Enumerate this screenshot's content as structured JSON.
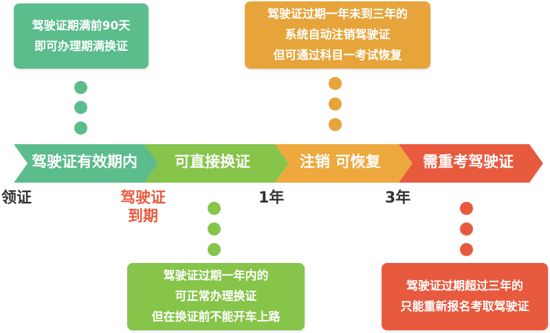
{
  "callouts": {
    "top_left": {
      "lines": [
        "驾驶证期满前90天",
        "即可办理期满换证"
      ],
      "color": "#5bbc8c"
    },
    "top_right": {
      "lines": [
        "驾驶证过期一年未到三年的",
        "系统自动注销驾驶证",
        "但可通过科目一考试恢复"
      ],
      "color": "#e6a43a"
    },
    "bottom_middle": {
      "lines": [
        "驾驶证过期一年内的",
        "可正常办理换证",
        "但在换证前不能开车上路"
      ],
      "color": "#86c44a"
    },
    "bottom_right": {
      "lines": [
        "驾驶证过期超过三年的",
        "只能重新报名考取驾驶证"
      ],
      "color": "#e85a3e"
    }
  },
  "segments": [
    {
      "label": "驾驶证有效期内",
      "color": "#5bbc8c"
    },
    {
      "label": "可直接换证",
      "color": "#86c44a"
    },
    {
      "label": "注销  可恢复",
      "color": "#eda93e"
    },
    {
      "label": "需重考驾驶证",
      "color": "#e85a3e"
    }
  ],
  "ticks": {
    "start": "领证",
    "expiry": [
      "驾驶证",
      "到期"
    ],
    "one_year": "1年",
    "three_years": "3年"
  }
}
